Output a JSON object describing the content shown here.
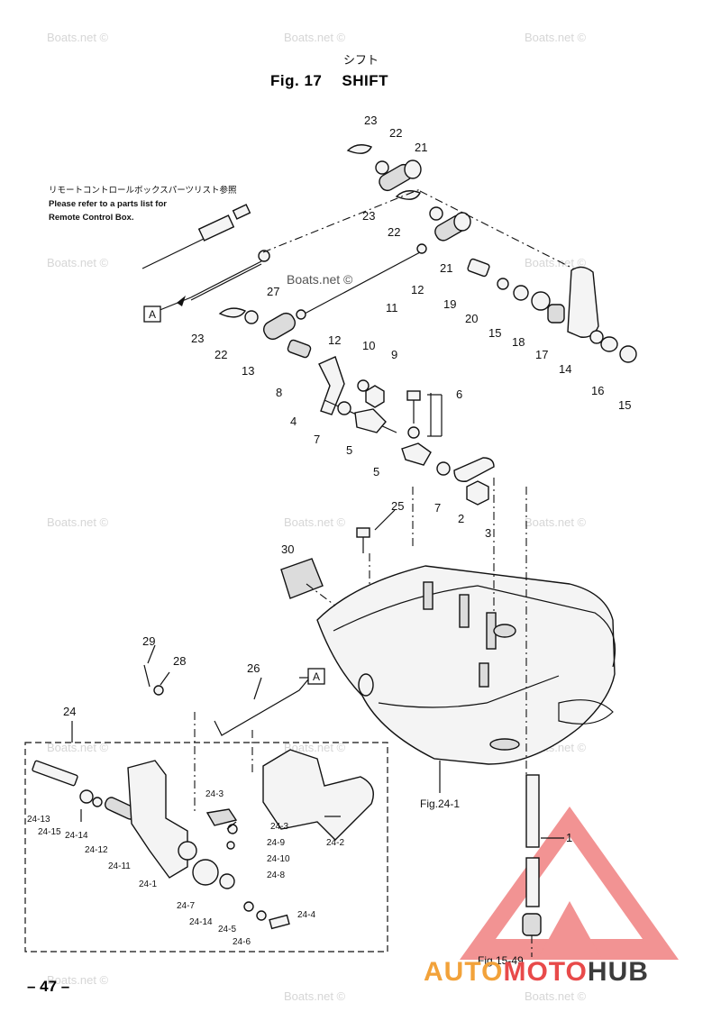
{
  "figure": {
    "title_jp": "シフト",
    "fig_label": "Fig. 17",
    "title": "SHIFT",
    "page_number": "– 47 –"
  },
  "note": {
    "jp": "リモートコントロールボックスパーツリスト参照",
    "en_line1": "Please refer to a parts list for",
    "en_line2": "Remote Control Box."
  },
  "references": {
    "marker_a": "A",
    "fig_24_1": "Fig.24-1",
    "fig_15_49": "Fig.15-49"
  },
  "watermark": "Boats.net ©",
  "brand": {
    "part1": "AUTO",
    "part2": "MOTO",
    "part3": "HUB"
  },
  "callouts": {
    "c23a": "23",
    "c22a": "22",
    "c21a": "21",
    "c23b": "23",
    "c22b": "22",
    "c21b": "21",
    "c27": "27",
    "c12a": "12",
    "c19": "19",
    "c20": "20",
    "c15a": "15",
    "c18": "18",
    "c17": "17",
    "c14": "14",
    "c16": "16",
    "c15b": "15",
    "c11": "11",
    "c23c": "23",
    "c22c": "22",
    "c12b": "12",
    "c13": "13",
    "c8": "8",
    "c10": "10",
    "c9": "9",
    "c6": "6",
    "c4": "4",
    "c7a": "7",
    "c5a": "5",
    "c5b": "5",
    "c7b": "7",
    "c2": "2",
    "c3": "3",
    "c25": "25",
    "c30": "30",
    "c29": "29",
    "c28": "28",
    "c26": "26",
    "c24": "24",
    "c1": "1",
    "c24_13": "24-13",
    "c24_15": "24-15",
    "c24_14a": "24-14",
    "c24_12": "24-12",
    "c24_11": "24-11",
    "c24_1": "24-1",
    "c24_3a": "24-3",
    "c24_3b": "24-3",
    "c24_9": "24-9",
    "c24_10": "24-10",
    "c24_8": "24-8",
    "c24_2": "24-2",
    "c24_7": "24-7",
    "c24_14b": "24-14",
    "c24_5": "24-5",
    "c24_6": "24-6",
    "c24_4": "24-4"
  }
}
